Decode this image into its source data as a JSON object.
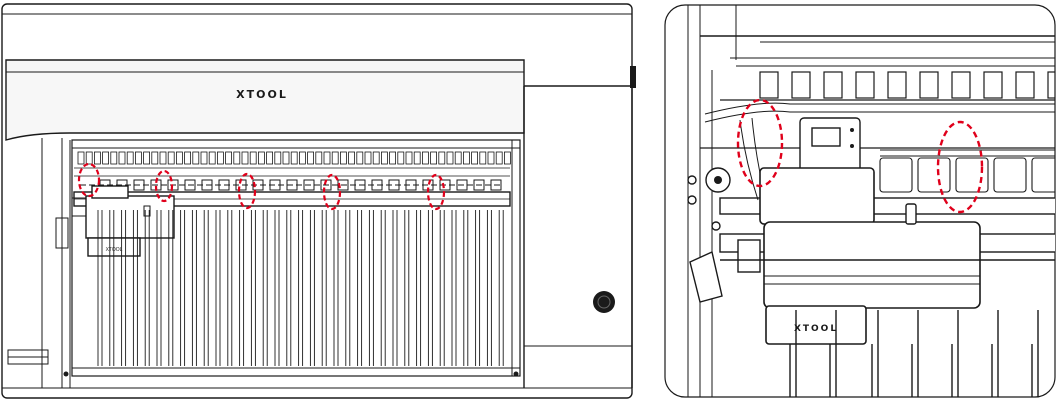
{
  "main_view": {
    "machine_logo": "XTOOL",
    "highlight_color": "#e0001b",
    "line_color": "#1a1a1a",
    "highlight_count": 5
  },
  "detail_view": {
    "head_label": "XTOOL",
    "highlight_count": 2
  }
}
